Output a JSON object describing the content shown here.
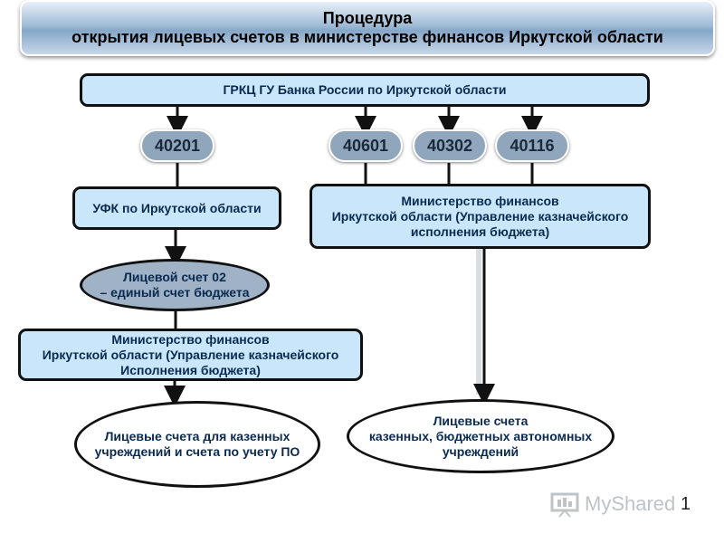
{
  "title": {
    "line1": "Процедура",
    "line2": "открытия лицевых счетов в министерстве финансов Иркутской области"
  },
  "nodes": {
    "grkc": "ГРКЦ ГУ Банка России  по Иркутской области",
    "acc_40201": "40201",
    "acc_40601": "40601",
    "acc_40302": "40302",
    "acc_40116": "40116",
    "ufk": "УФК по Иркутской области",
    "minfin_right": [
      "Министерство финансов",
      "Иркутской области (Управление казначейского",
      "исполнения бюджета)"
    ],
    "account_02": [
      "Лицевой счет 02",
      "– единый счет бюджета"
    ],
    "minfin_left": [
      "Министерство финансов",
      "Иркутской области (Управление казначейского",
      "Исполнения бюджета)"
    ],
    "accounts_state": [
      "Лицевые счета для казенных",
      "учреждений и счета по учету ПО"
    ],
    "accounts_all": [
      "Лицевые счета",
      "казенных, бюджетных автономных",
      "учреждений"
    ]
  },
  "footer": {
    "logo_text": "MyShared",
    "page_number": "1"
  }
}
